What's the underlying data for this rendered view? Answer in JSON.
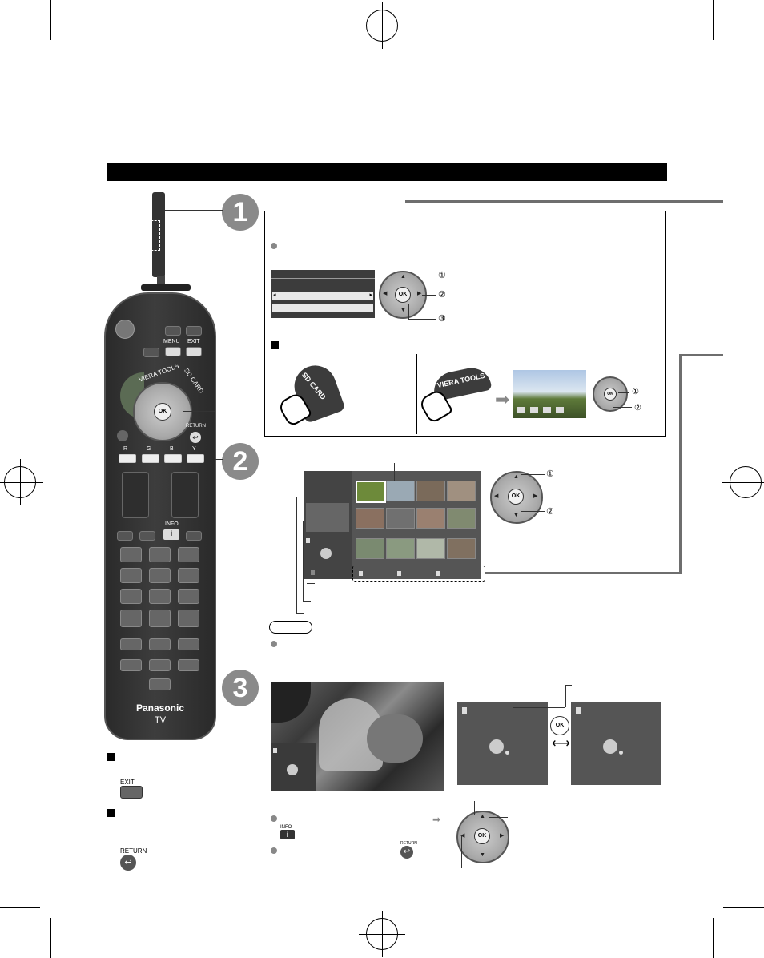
{
  "steps": {
    "one": "1",
    "two": "2",
    "three": "3"
  },
  "remote": {
    "menu": "MENU",
    "exit": "EXIT",
    "viera_tools": "VIERA TOOLS",
    "sd_card": "SD CARD",
    "ok": "OK",
    "return": "RETURN",
    "color_keys": [
      "R",
      "G",
      "B",
      "Y"
    ],
    "info": "INFO",
    "brand": "Panasonic",
    "model": "TV"
  },
  "side": {
    "exit_key": "EXIT",
    "return_key": "RETURN"
  },
  "panel1": {
    "ok": "OK",
    "callouts": [
      "①",
      "②",
      "③"
    ]
  },
  "panel1b": {
    "sd_card": "SD CARD",
    "viera_tools": "VIERA TOOLS",
    "ok": "OK",
    "callouts": [
      "①",
      "②"
    ]
  },
  "step2": {
    "ok": "OK",
    "callouts": [
      "①",
      "②"
    ]
  },
  "step3": {
    "ok": "OK",
    "info_key": "INFO",
    "return_key": "RETURN"
  },
  "colors": {
    "accent_gray": "#8a8a8a",
    "bar": "#000000",
    "screen": "#555555"
  }
}
